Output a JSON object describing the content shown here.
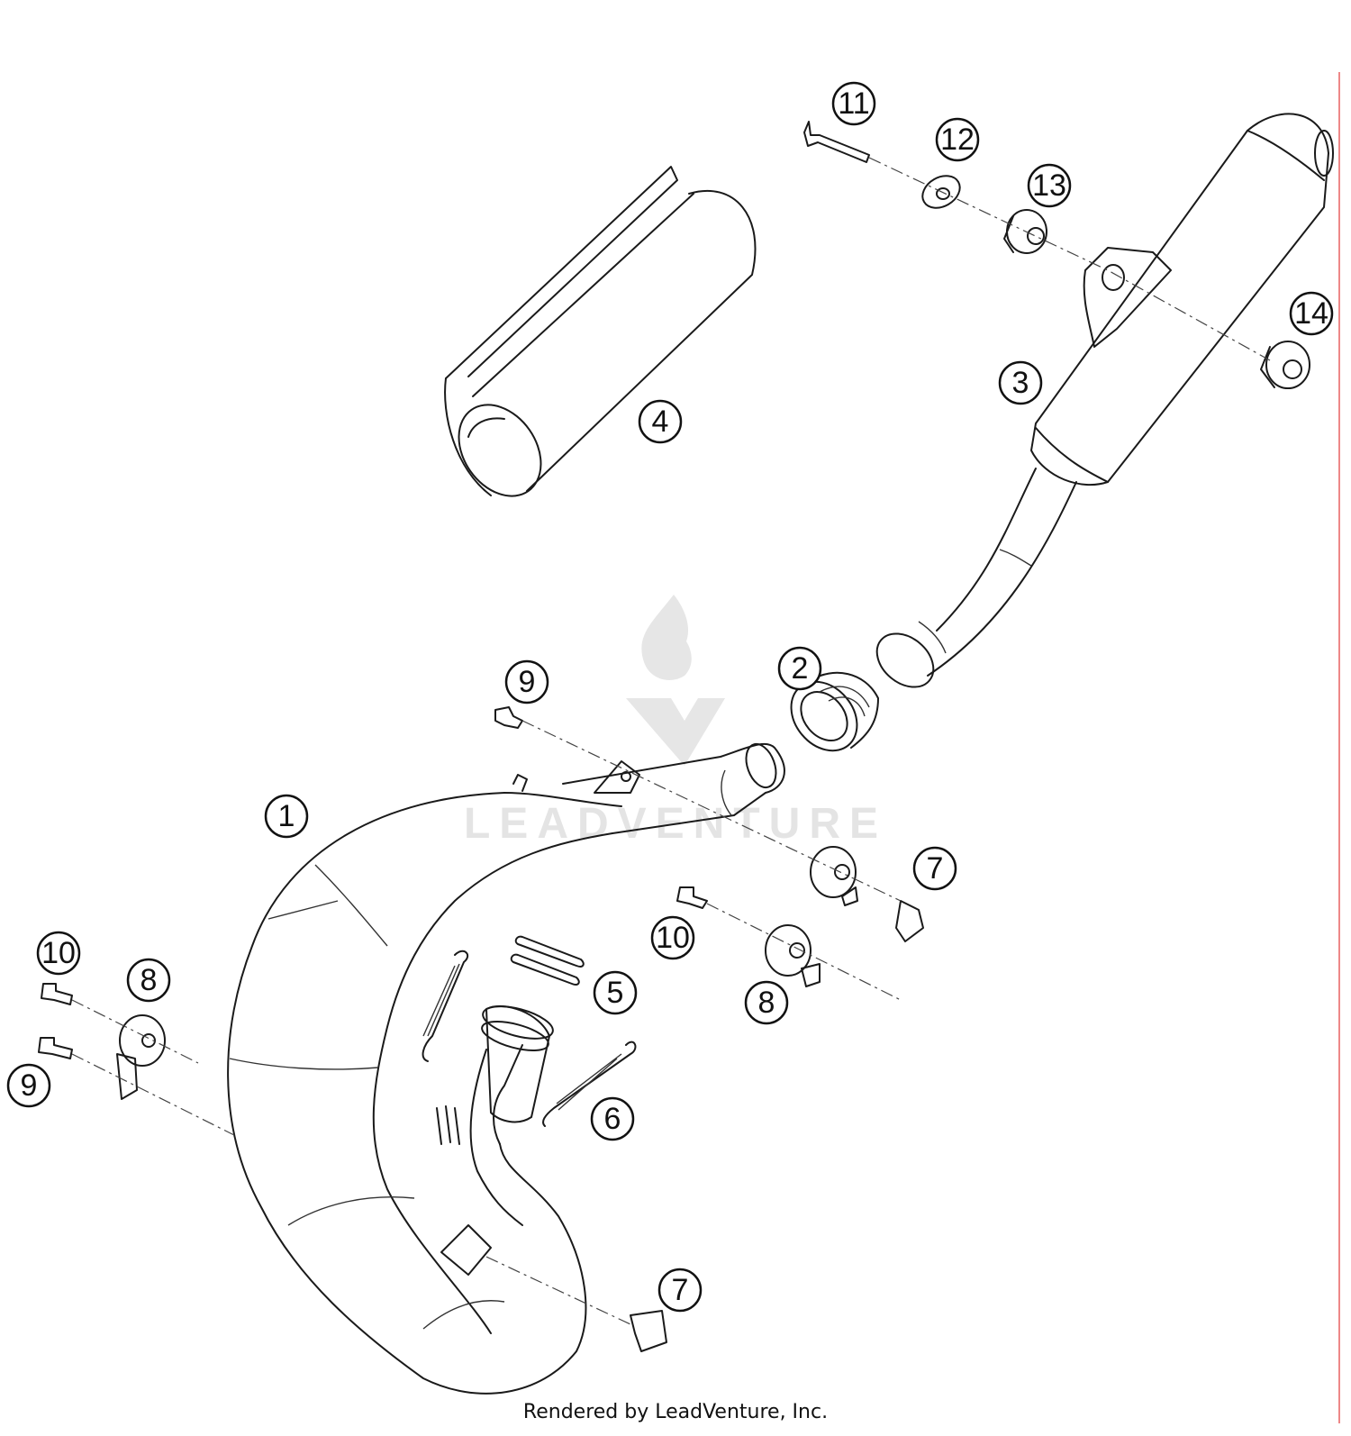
{
  "diagram": {
    "watermark": "LEADVENTURE",
    "footer": "Rendered by LeadVenture, Inc.",
    "callouts": [
      "1",
      "2",
      "3",
      "4",
      "5",
      "6",
      "7",
      "7",
      "8",
      "8",
      "9",
      "9",
      "10",
      "10",
      "11",
      "12",
      "13",
      "14"
    ]
  }
}
